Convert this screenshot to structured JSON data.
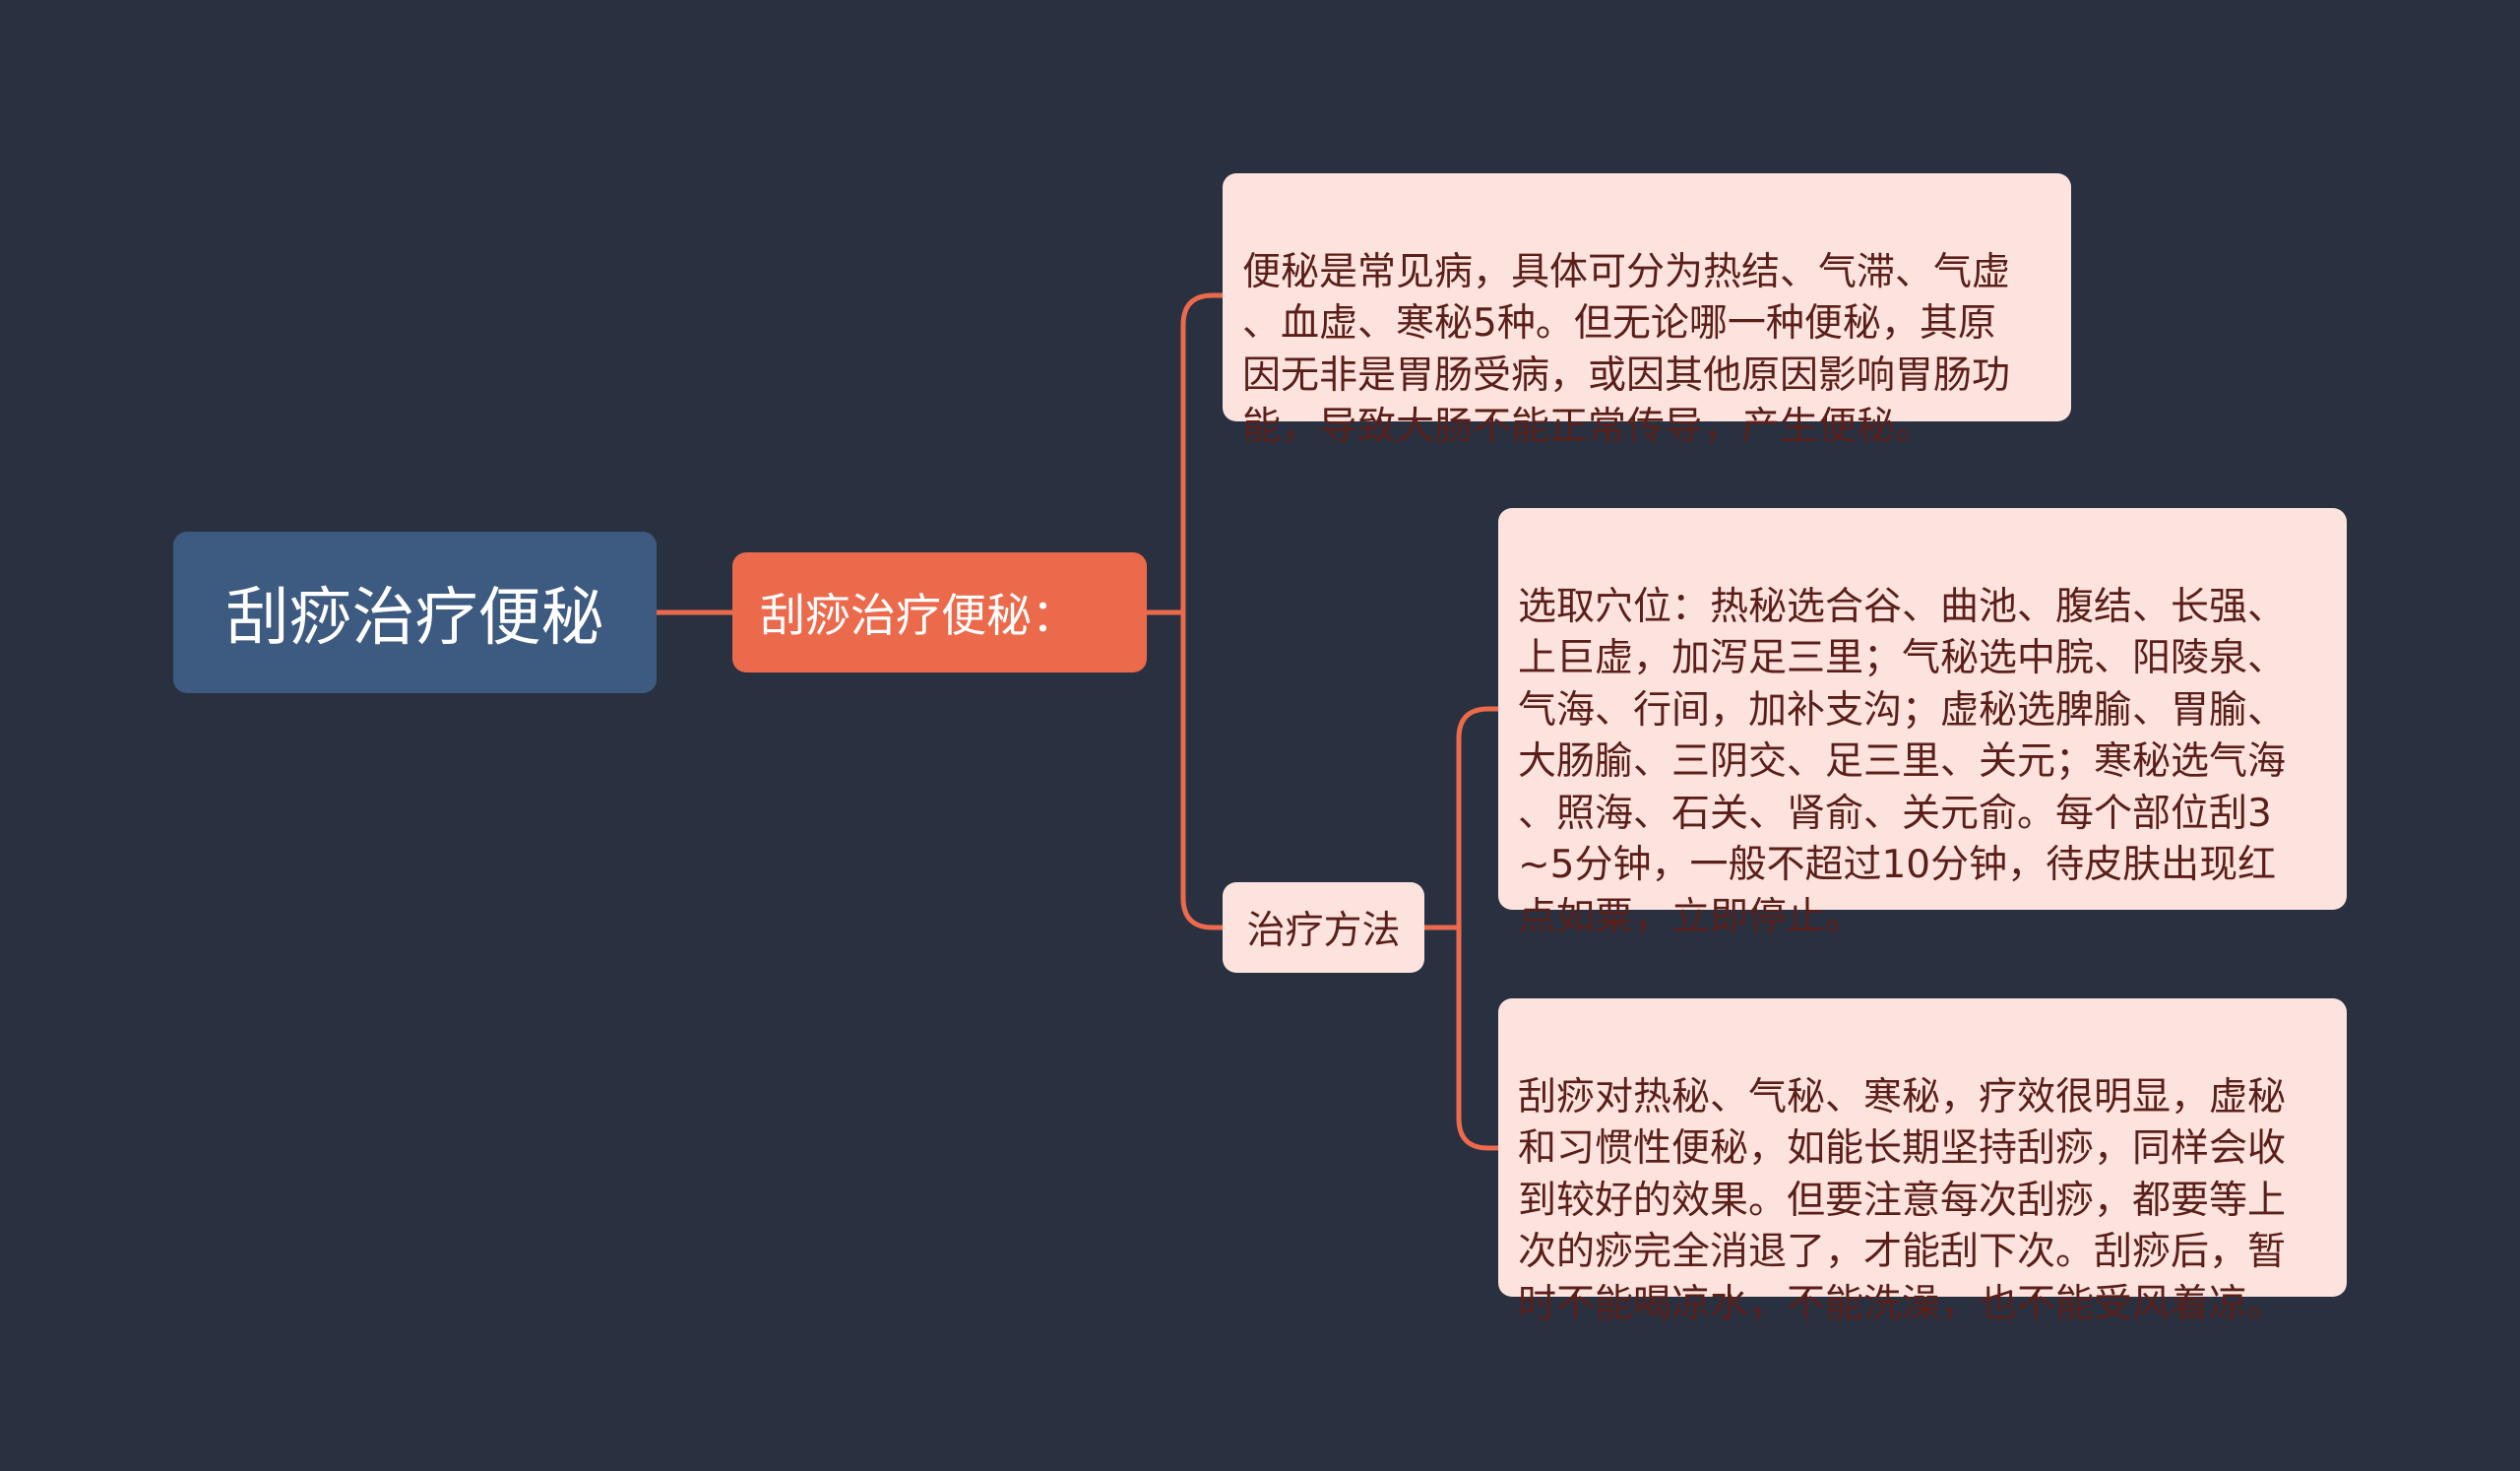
{
  "colors": {
    "background": "#293140",
    "root_fill": "#3d5a80",
    "branch_fill": "#ec6a4c",
    "leaf_fill": "#fde3dd",
    "leaf_text": "#5a1f1a",
    "connector": "#ec6a4c"
  },
  "mindmap": {
    "root": {
      "label": "刮痧治疗便秘"
    },
    "branch": {
      "label": "刮痧治疗便秘："
    },
    "overview": {
      "text": "便秘是常见病，具体可分为热结、气滞、气虚\n、血虚、寒秘5种。但无论哪一种便秘，其原\n因无非是胃肠受病，或因其他原因影响胃肠功\n能，导致大肠不能正常传导，产生便秘。"
    },
    "treatment": {
      "label": "治疗方法",
      "acupoints": {
        "text": "选取穴位：热秘选合谷、曲池、腹结、长强、\n上巨虚，加泻足三里；气秘选中脘、阳陵泉、\n气海、行间，加补支沟；虚秘选脾腧、胃腧、\n大肠腧、三阴交、足三里、关元；寒秘选气海\n、照海、石关、肾俞、关元俞。每个部位刮3\n~5分钟，一般不超过10分钟，待皮肤出现红\n点如粟，立即停止。"
      },
      "effect": {
        "text": "刮痧对热秘、气秘、寒秘，疗效很明显，虚秘\n和习惯性便秘，如能长期坚持刮痧，同样会收\n到较好的效果。但要注意每次刮痧，都要等上\n次的痧完全消退了，才能刮下次。刮痧后，暂\n时不能喝凉水，不能洗澡，也不能受风着凉。"
      }
    }
  }
}
